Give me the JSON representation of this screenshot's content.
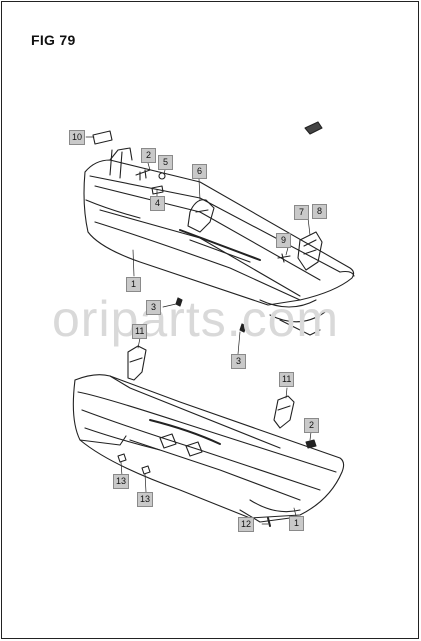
{
  "figure": {
    "title": "FIG 79"
  },
  "watermark": "oriparts.com",
  "callouts": [
    "10",
    "2",
    "5",
    "4",
    "6",
    "7",
    "8",
    "9",
    "1",
    "3",
    "3",
    "11",
    "11",
    "2",
    "13",
    "13",
    "12",
    "1"
  ]
}
